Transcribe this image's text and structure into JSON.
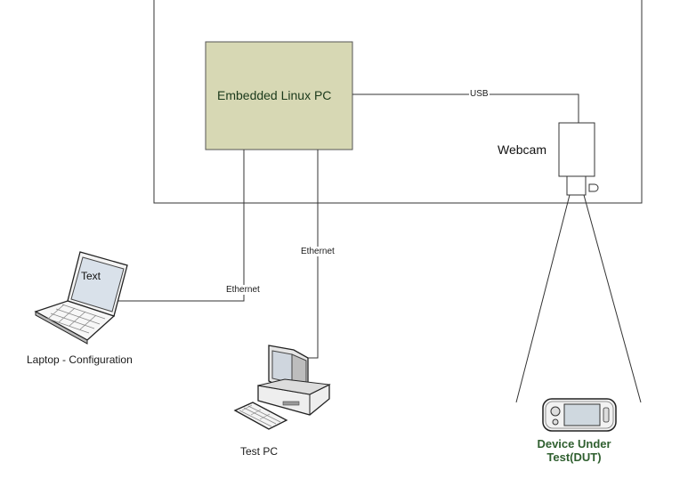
{
  "diagram": {
    "embedded_pc": {
      "label": "Embedded Linux PC"
    },
    "webcam": {
      "label": "Webcam"
    },
    "links": {
      "usb": "USB",
      "ethernet_test_pc": "Ethernet",
      "ethernet_laptop": "Ethernet"
    },
    "laptop": {
      "screen_text": "Text",
      "label": "Laptop - Configuration"
    },
    "test_pc": {
      "label": "Test PC"
    },
    "dut": {
      "label_line1": "Device Under",
      "label_line2": "Test(DUT)"
    }
  },
  "colors": {
    "pc_box_fill": "#d7d8b4",
    "pc_box_stroke": "#555555",
    "line": "#333333",
    "dut_text": "#2f5f2f"
  }
}
